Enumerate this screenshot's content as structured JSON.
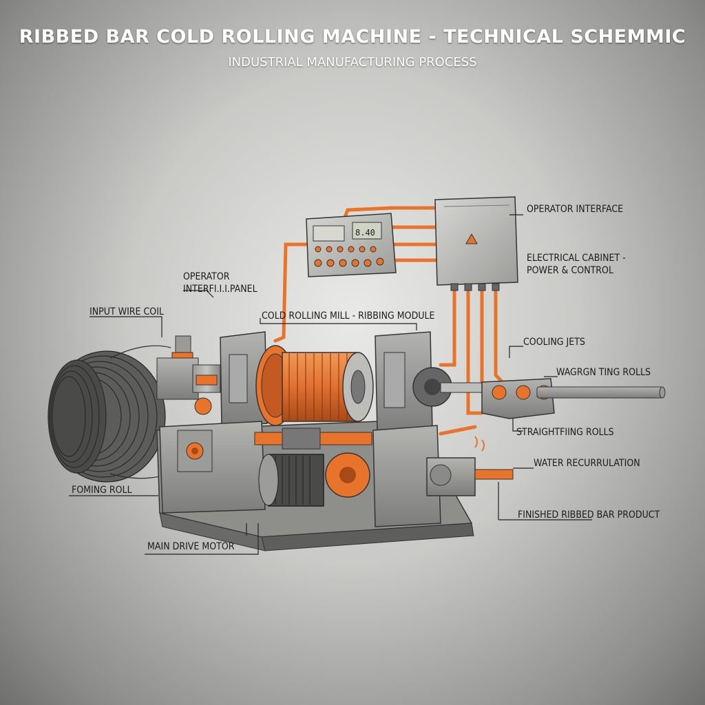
{
  "header": {
    "title": "RIBBED BAR COLD ROLLING MACHINE - TECHNICAL SCHEMMIC",
    "subtitle": "INDUSTRIAL MANUFACTURING PROCESS"
  },
  "labels": {
    "operator_interface": "OPERATOR INTERFACE",
    "electrical_cabinet_1": "ELECTRICAL CABINET -",
    "electrical_cabinet_2": "POWER & CONTROL",
    "operator_panel_1": "OPERATOR",
    "operator_panel_2": "INTERFI.I.I.PANEL",
    "input_wire_coil": "INPUT WIRE COIL",
    "cold_rolling_mill": "COLD ROLLING MILL - RIBBING MODULE",
    "cooling_jets": "COOLING JETS",
    "waggon_rolls": "WAGRGN TING ROLLS",
    "straightening_rolls": "STRAIGHTFIING ROLLS",
    "water_recirculation": "WATER RECURRULATION",
    "finished_product": "FINISHED RIBBED BAR PRODUCT",
    "forming_roll": "FOMING ROLL",
    "main_drive_motor": "MAIN DRIVE MOTOR"
  },
  "panel_display": {
    "left_readout": "",
    "right_readout": "8.40"
  },
  "colors": {
    "accent_orange": "#e8742c",
    "steel_gray": "#8a8a88",
    "dark_gray": "#3a3a3a",
    "line": "#222222"
  }
}
